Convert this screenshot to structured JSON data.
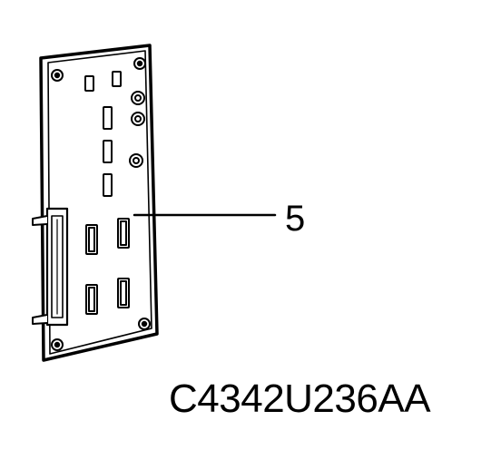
{
  "diagram": {
    "callout": "5",
    "figure_code": "C4342U236AA"
  },
  "colors": {
    "line": "#000000",
    "background": "#ffffff"
  },
  "icons": [
    "circuit-board-illustration"
  ]
}
